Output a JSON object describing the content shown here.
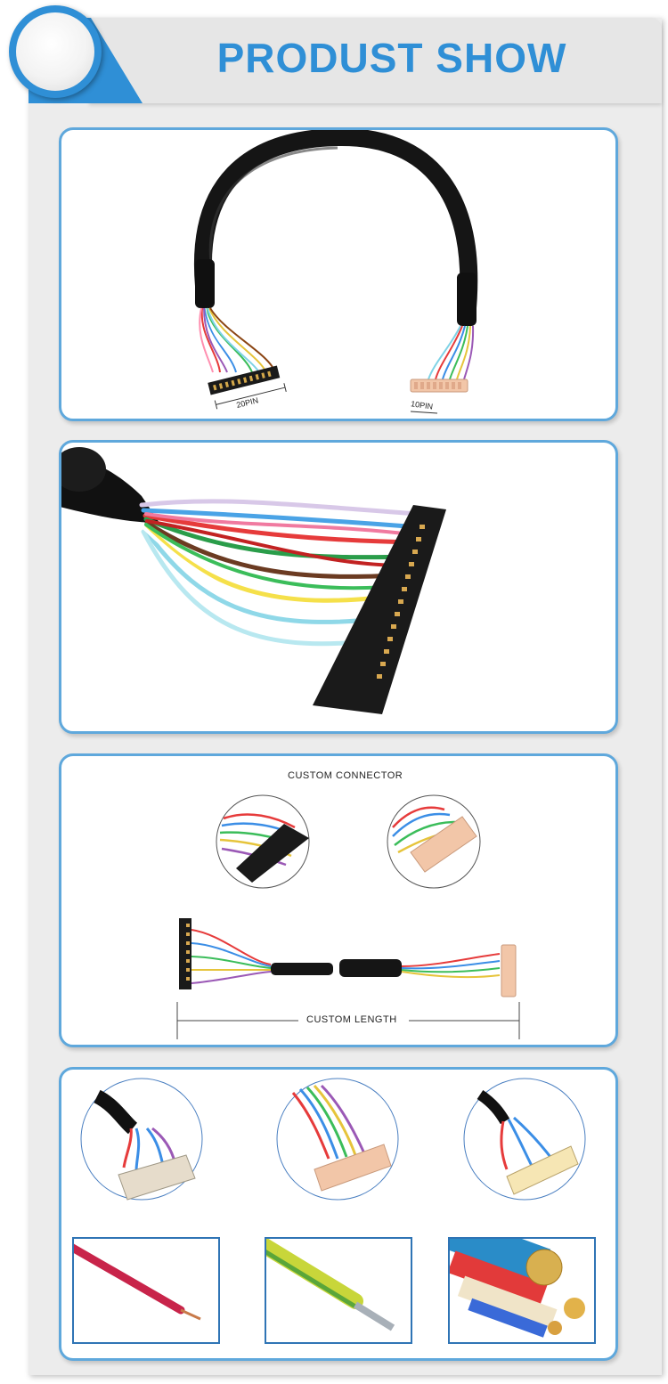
{
  "header": {
    "title": "PRODUST SHOW",
    "accent_color": "#2f8fd6",
    "badge_icon": "circle-badge-icon"
  },
  "panel1": {
    "left_connector_label": "20PIN",
    "right_connector_label": "10PIN"
  },
  "panel3": {
    "connector_caption": "CUSTOM  CONNECTOR",
    "length_caption": "CUSTOM  LENGTH"
  },
  "colors": {
    "panel_border": "#5fa8dc",
    "thumb_border": "#2f74b5",
    "background": "#ececec"
  }
}
